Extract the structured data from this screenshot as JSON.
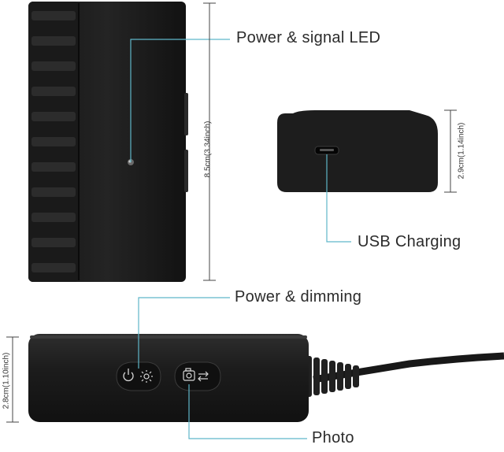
{
  "callouts": {
    "power_led": "Power & signal LED",
    "usb": "USB Charging",
    "power_dimming": "Power & dimming",
    "photo": "Photo"
  },
  "dimensions": {
    "height": "8.5cm(3.34inch)",
    "thickness": "2.9cm(1.14inch)",
    "width": "2.8cm(1.10inch)"
  },
  "colors": {
    "body": "#1c1c1c",
    "body_edge": "#0e0e0e",
    "callout_line": "#5fb6c9",
    "dim_line": "#444444"
  },
  "icons": [
    "power-icon",
    "brightness-icon",
    "camera-icon",
    "switch-arrows-icon",
    "usb-port-icon",
    "led-icon"
  ]
}
